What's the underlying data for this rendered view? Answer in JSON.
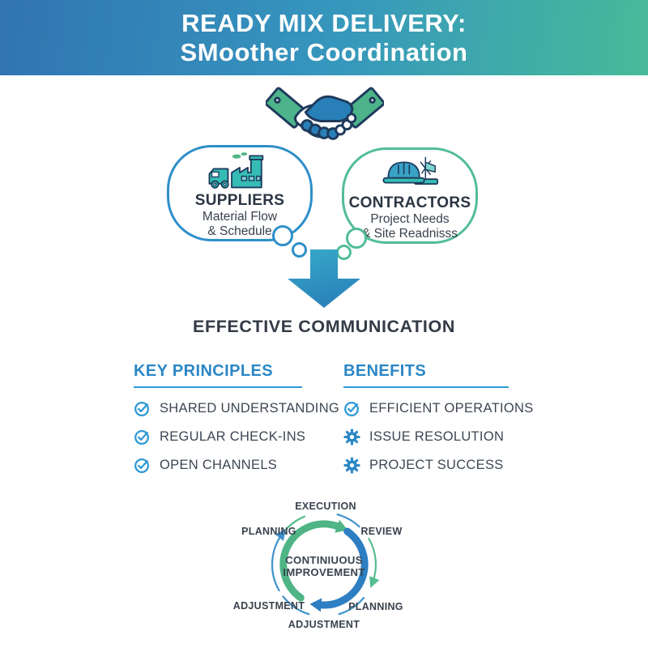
{
  "header": {
    "title_line1": "READY MIX DELIVERY:",
    "title_line2": "SMoother Coordination"
  },
  "flow": {
    "center_icon": "handshake-icon",
    "arrow_icon": "down-arrow",
    "result_label": "EFFECTIVE COMMUNICATION"
  },
  "bubbles": {
    "suppliers": {
      "icon": "truck-factory-icon",
      "title": "SUPPLIERS",
      "subtitle_line1": "Material Flow",
      "subtitle_line2": "& Schedule"
    },
    "contractors": {
      "icon": "hardhat-crane-icon",
      "title": "CONTRACTORS",
      "subtitle_line1": "Project Needs",
      "subtitle_line2": "& Site Readnisss"
    }
  },
  "sections": {
    "principles": {
      "title": "KEY PRINCIPLES",
      "items": [
        {
          "icon": "check-circle-icon",
          "label": "SHARED UNDERSTANDING"
        },
        {
          "icon": "check-circle-icon",
          "label": "REGULAR CHECK-INS"
        },
        {
          "icon": "check-circle-icon",
          "label": "OPEN CHANNELS"
        }
      ]
    },
    "benefits": {
      "title": "BENEFITS",
      "items": [
        {
          "icon": "check-circle-icon",
          "label": "EFFICIENT OPERATIONS"
        },
        {
          "icon": "gear-icon",
          "label": "ISSUE RESOLUTION"
        },
        {
          "icon": "gear-icon",
          "label": "PROJECT SUCCESS"
        }
      ]
    }
  },
  "cycle": {
    "center_line1": "CONTINIUOUS",
    "center_line2": "IMPROVEMENT",
    "labels": {
      "top": "EXECUTION",
      "top_right": "REVIEW",
      "bottom_right": "PLANNING",
      "bottom": "ADJUSTMENT",
      "bottom_left": "ADJUSTMENT",
      "top_left": "PLANNING"
    }
  },
  "colors": {
    "header_gradient_left": "#3174b3",
    "header_gradient_right": "#47bb99",
    "accent_blue": "#2b87c5",
    "icon_blue": "#2e9ad6",
    "accent_green": "#52b788",
    "arc_thick_green": "#4fb585",
    "arc_thick_blue": "#2d7ec2",
    "teal_icon": "#35bdb5",
    "outline_navy": "#1e3a5c",
    "dark_text": "#333b46",
    "arrow_fill_top": "#37a9c9",
    "arrow_fill_bottom": "#2a83ba"
  }
}
